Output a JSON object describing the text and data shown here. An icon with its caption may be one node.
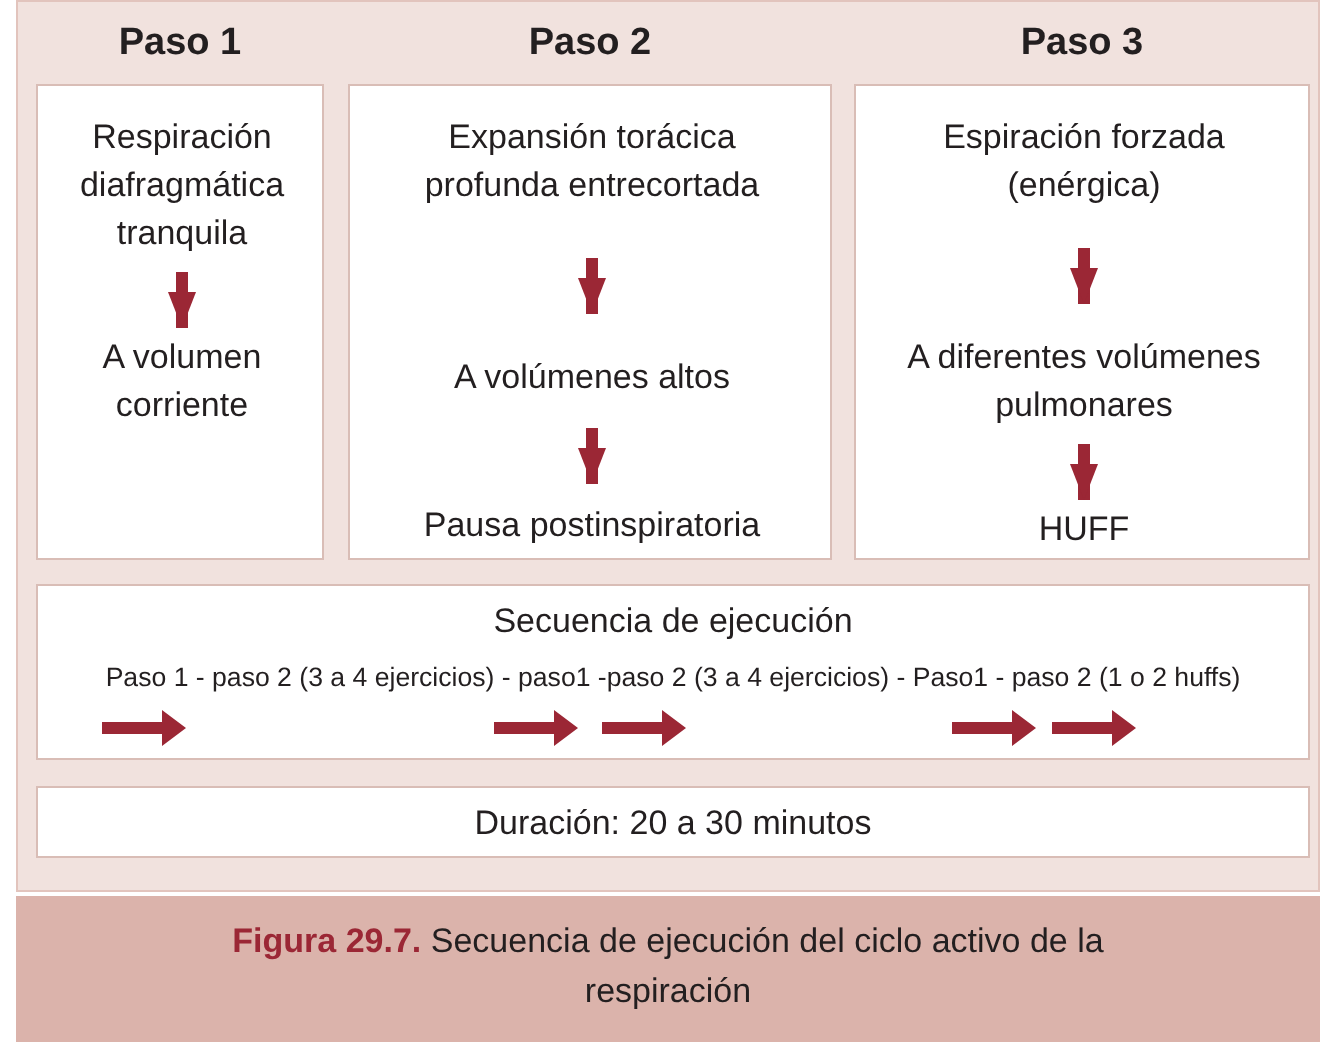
{
  "diagram": {
    "caption": "**Figura 29.7.** Secuencia de ejecución del ciclo activo de la respiración",
    "nodes": [
      {
        "text": [
          "Paso 1"
        ]
      },
      {
        "text": [
          "Respiración diafragmática tranquila"
        ],
        "in": 0
      },
      {
        "text": [
          "A volumen corriente"
        ],
        "in": 0
      },
      {
        "text": [
          "Paso 2"
        ]
      },
      {
        "text": [
          "Expansión torácica profunda entrecortada"
        ],
        "in": 3
      },
      {
        "text": [
          "A volúmenes altos"
        ],
        "in": 3
      },
      {
        "text": [
          "Pausa postinspiratoria"
        ],
        "in": 3
      },
      {
        "text": [
          "Paso 3"
        ]
      },
      {
        "text": [
          "Espiración forzada (enérgica)"
        ],
        "in": 7
      },
      {
        "text": [
          "A diferentes volúmenes pulmonares"
        ],
        "in": 7
      },
      {
        "text": [
          "HUFF"
        ],
        "in": 7
      },
      {
        "text": [
          "Secuencia de ejecución",
          "Paso 1 - paso 2 (3 a 4 ejercicios) - paso1 -paso 2 (3 a 4 ejercicios) - Paso1 - paso 2 (1 o 2 huffs)"
        ]
      },
      {
        "text": [
          "Duración: 20 a 30 minutos"
        ]
      }
    ],
    "edges": [
      {
        "from": 1,
        "to": 2,
        "arrow": "to"
      },
      {
        "from": 4,
        "to": 5,
        "arrow": "to"
      },
      {
        "from": 5,
        "to": 6,
        "arrow": "to"
      },
      {
        "from": 8,
        "to": 9,
        "arrow": "to"
      },
      {
        "from": 9,
        "to": 10,
        "arrow": "to"
      }
    ]
  }
}
